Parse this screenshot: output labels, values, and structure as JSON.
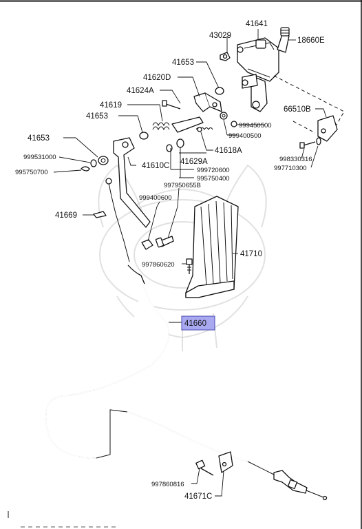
{
  "diagram": {
    "labels": {
      "p41641": "41641",
      "p43029": "43029",
      "p18660E": "18660E",
      "p41653_top": "41653",
      "p41620D": "41620D",
      "p41624A": "41624A",
      "p41619": "41619",
      "p41653_mid": "41653",
      "p66510B": "66510B",
      "p999450500": "999450500",
      "p999400500": "999400500",
      "p41618A": "41618A",
      "p41629A": "41629A",
      "p998330316": "998330316",
      "p997710300": "997710300",
      "p41653_left": "41653",
      "p999531000": "999531000",
      "p995750700": "995750700",
      "p41610C": "41610C",
      "p999720600": "999720600",
      "p995750400": "995750400",
      "p997950655B": "997950655B",
      "p999400600": "999400600",
      "p41669": "41669",
      "p41710": "41710",
      "p997860620": "997860620",
      "p41660": "41660",
      "p997860816": "997860816",
      "p41671C": "41671C"
    },
    "highlighted_part": "41660",
    "highlight_color": "#a9a9f2"
  }
}
